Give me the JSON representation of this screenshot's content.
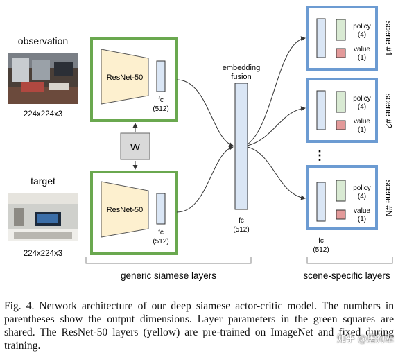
{
  "labels": {
    "observation": "observation",
    "target": "target",
    "input_dims": "224x224x3",
    "resnet": "ResNet-50",
    "fc": "fc",
    "dim512": "(512)",
    "shared_weights": "W",
    "embedding_line1": "embedding",
    "embedding_line2": "fusion",
    "policy": "policy",
    "policy_dim": "(4)",
    "value": "value",
    "value_dim": "(1)",
    "ellipsis": "⋮",
    "generic_layers": "generic siamese layers",
    "scene_layers": "scene-specific layers"
  },
  "scenes": [
    "scene #1",
    "scene #2",
    "scene #N"
  ],
  "caption": "Fig. 4.   Network architecture of our deep siamese actor-critic model. The numbers in parentheses show the output dimensions. Layer parameters in the green squares are shared. The ResNet-50 layers (yellow) are pre-trained on ImageNet and fixed during training.",
  "watermark": "知乎 @屠狗辈",
  "colors": {
    "green_frame": "#6aa84f",
    "blue_frame": "#6c9bd2",
    "resnet_fill": "#fdf0cf",
    "fc_fill": "#dae6f5",
    "policy_fill": "#d9ead3",
    "value_fill": "#e39a9a",
    "w_fill": "#d9d9d9"
  }
}
